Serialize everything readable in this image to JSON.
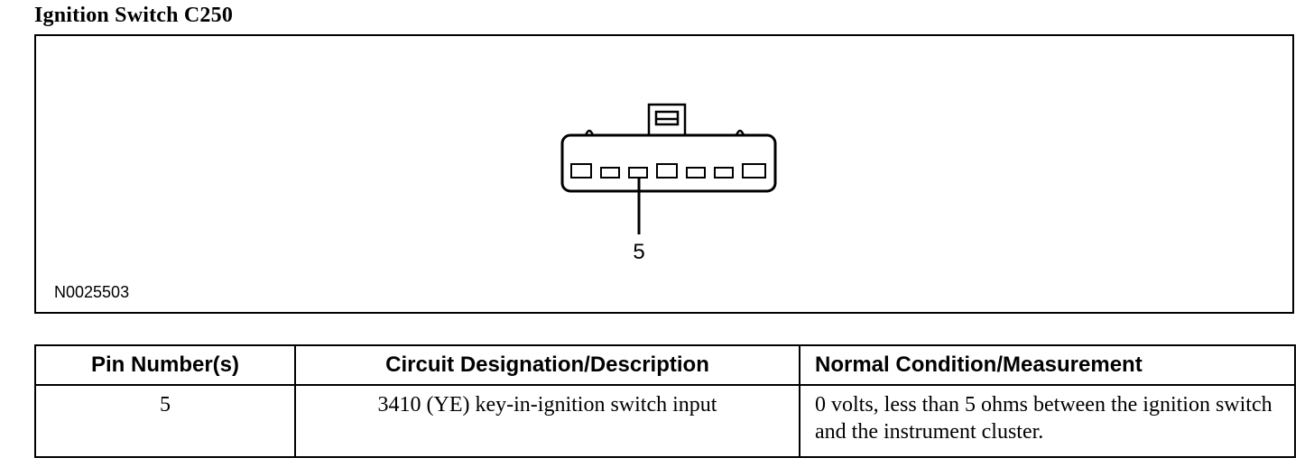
{
  "title": "Ignition Switch C250",
  "figure": {
    "pin_callout": "5",
    "figure_id": "N0025503"
  },
  "table": {
    "headers": [
      "Pin Number(s)",
      "Circuit Designation/Description",
      "Normal Condition/Measurement"
    ],
    "rows": [
      {
        "pin": "5",
        "circuit": "3410 (YE) key-in-ignition switch input",
        "condition": "0 volts, less than 5 ohms between the ignition switch and the instrument cluster."
      }
    ]
  }
}
